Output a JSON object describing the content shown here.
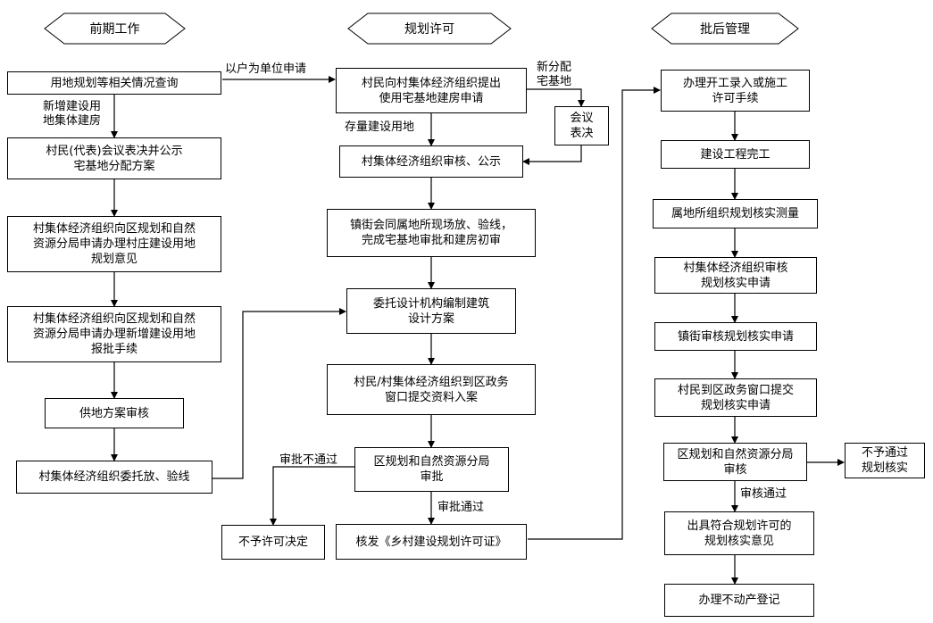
{
  "headers": {
    "phase1": "前期工作",
    "phase2": "规划许可",
    "phase3": "批后管理"
  },
  "col1": {
    "b1": "用地规划等相关情况查询",
    "b2": "村民(代表)会议表决并公示\n宅基地分配方案",
    "b3": "村集体经济组织向区规划和自然\n资源分局申请办理村庄建设用地\n规划意见",
    "b4": "村集体经济组织向区规划和自然\n资源分局申请办理新增建设用地\n报批手续",
    "b5": "供地方案审核",
    "b6": "村集体经济组织委托放、验线"
  },
  "col2": {
    "b1": "村民向村集体经济组织提出\n使用宅基地建房申请",
    "vote": "会议\n表决",
    "b2": "村集体经济组织审核、公示",
    "b3": "镇街会同属地所现场放、验线，\n完成宅基地审批和建房初审",
    "b4": "委托设计机构编制建筑\n设计方案",
    "b5": "村民/村集体经济组织到区政务\n窗口提交资料入案",
    "b6": "区规划和自然资源分局\n审批",
    "b7": "核发《乡村建设规划许可证》",
    "reject": "不予许可决定"
  },
  "col3": {
    "b1": "办理开工录入或施工\n许可手续",
    "b2": "建设工程完工",
    "b3": "属地所组织规划核实测量",
    "b4": "村集体经济组织审核\n规划核实申请",
    "b5": "镇街审核规划核实申请",
    "b6": "村民到区政务窗口提交\n规划核实申请",
    "b7": "区规划和自然资源分局\n审核",
    "reject": "不予通过\n规划核实",
    "b8": "出具符合规划许可的\n规划核实意见",
    "b9": "办理不动产登记"
  },
  "labels": {
    "household": "以户为单位申请",
    "new_land": "新增建设用\n地集体建房",
    "new_alloc": "新分配\n宅基地",
    "existing_land": "存量建设用地",
    "not_pass": "审批不通过",
    "pass": "审批通过",
    "audit_pass": "审核通过"
  }
}
